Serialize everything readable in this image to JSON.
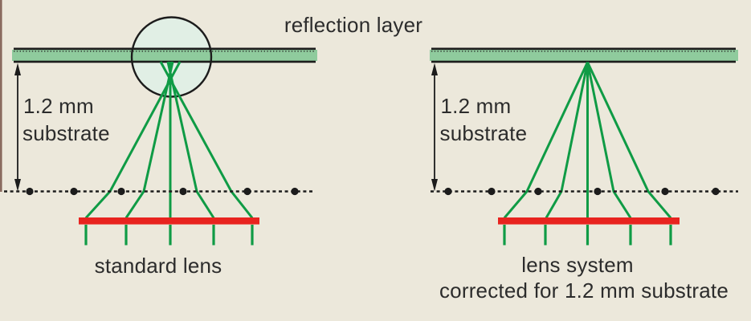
{
  "figure": {
    "type": "optical-focusing-diagram",
    "reflection_layer_label": "reflection layer",
    "left_diagram": {
      "substrate_thickness_line1": "1.2 mm",
      "substrate_thickness_line2": "substrate",
      "caption": "standard lens"
    },
    "right_diagram": {
      "substrate_thickness_line1": "1.2 mm",
      "substrate_thickness_line2": "substrate",
      "caption_line1": "lens system",
      "caption_line2": "corrected for 1.2 mm substrate"
    },
    "measurements": {
      "substrate_thickness": "1.2 mm"
    },
    "colors": {
      "background": "#ece8db",
      "substrate_green": "#8fcb9d",
      "ray_green": "#0f9b45",
      "lens_red": "#e8231f",
      "magnifier_fill": "#e1efe5",
      "ink": "#1c1c1c",
      "text": "#2c2c2c"
    }
  }
}
